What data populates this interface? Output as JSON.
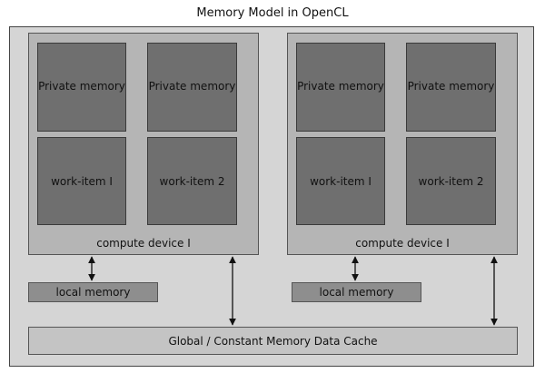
{
  "title": "Memory Model in OpenCL",
  "devices": [
    {
      "label": "compute device I",
      "private_memory": [
        "Private memory",
        "Private memory"
      ],
      "work_items": [
        "work-item I",
        "work-item 2"
      ],
      "local_memory": "local memory"
    },
    {
      "label": "compute device I",
      "private_memory": [
        "Private memory",
        "Private memory"
      ],
      "work_items": [
        "work-item I",
        "work-item 2"
      ],
      "local_memory": "local memory"
    }
  ],
  "global_memory": "Global / Constant Memory Data Cache"
}
